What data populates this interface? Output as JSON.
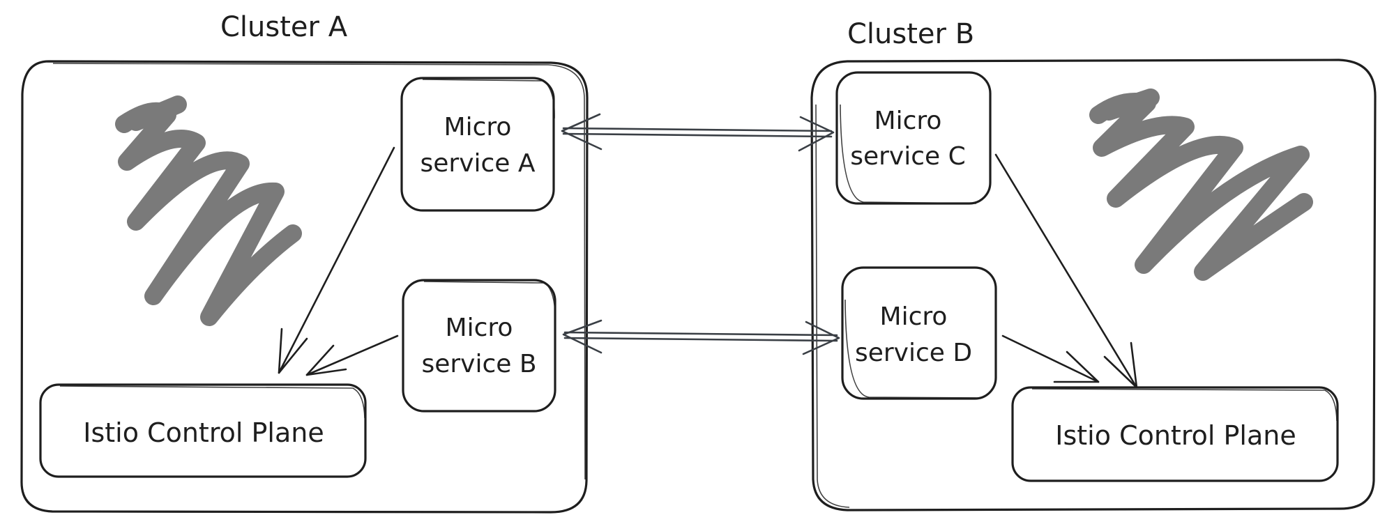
{
  "clusters": [
    {
      "title": "Cluster A",
      "services": [
        {
          "line1": "Micro",
          "line2": "service A"
        },
        {
          "line1": "Micro",
          "line2": "service B"
        }
      ],
      "control_plane": "Istio Control Plane"
    },
    {
      "title": "Cluster B",
      "services": [
        {
          "line1": "Micro",
          "line2": "service C"
        },
        {
          "line1": "Micro",
          "line2": "service D"
        }
      ],
      "control_plane": "Istio Control Plane"
    }
  ],
  "colors": {
    "stroke": "#1e1e1e",
    "scribble": "#7a7a7a",
    "link": "#3a3f45",
    "background": "#ffffff"
  }
}
